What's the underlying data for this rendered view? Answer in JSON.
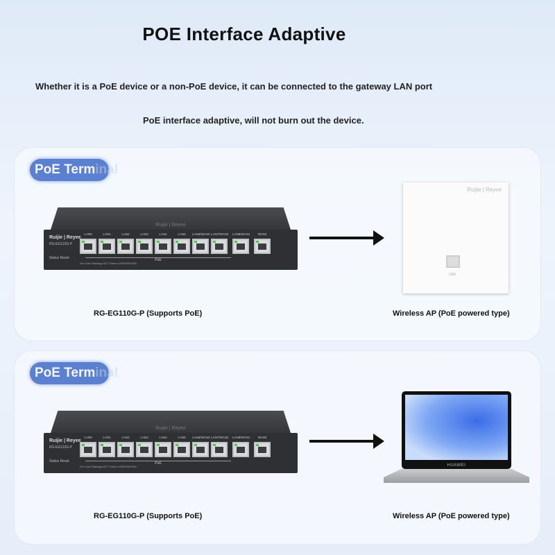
{
  "title": "POE Interface Adaptive",
  "subtitle1": "Whether it is a PoE device or a non-PoE device, it can be connected to the gateway LAN port",
  "subtitle2": "PoE interface adaptive, will not burn out the device.",
  "router": {
    "brand": "Ruijie | Reyee",
    "model": "RG-EG110G-P",
    "buttons": "Status  Reset",
    "poe": "PoE",
    "legend": "On=Link  Flashing=ACT  Green=1000/100/10M",
    "ports": [
      "LAN0",
      "LAN1",
      "LAN2",
      "LAN3",
      "LAN4",
      "LAN5",
      "LAN6/WAN3",
      "LAN7/WAN2",
      "LAN8/WAN1",
      "WAN0"
    ]
  },
  "panels": [
    {
      "pill_a": "PoE Term",
      "pill_b": "inal",
      "left_caption": "RG-EG110G-P (Supports PoE)",
      "right_caption": "Wireless AP (PoE powered type)",
      "device": "ap",
      "ap_brand": "Ruijie | Reyee",
      "ap_port": "LAN"
    },
    {
      "pill_a": "PoE Term",
      "pill_b": "inal",
      "left_caption": "RG-EG110G-P (Supports PoE)",
      "right_caption": "Wireless AP (PoE powered type)",
      "device": "laptop",
      "laptop_brand": "HUAWEI"
    }
  ]
}
